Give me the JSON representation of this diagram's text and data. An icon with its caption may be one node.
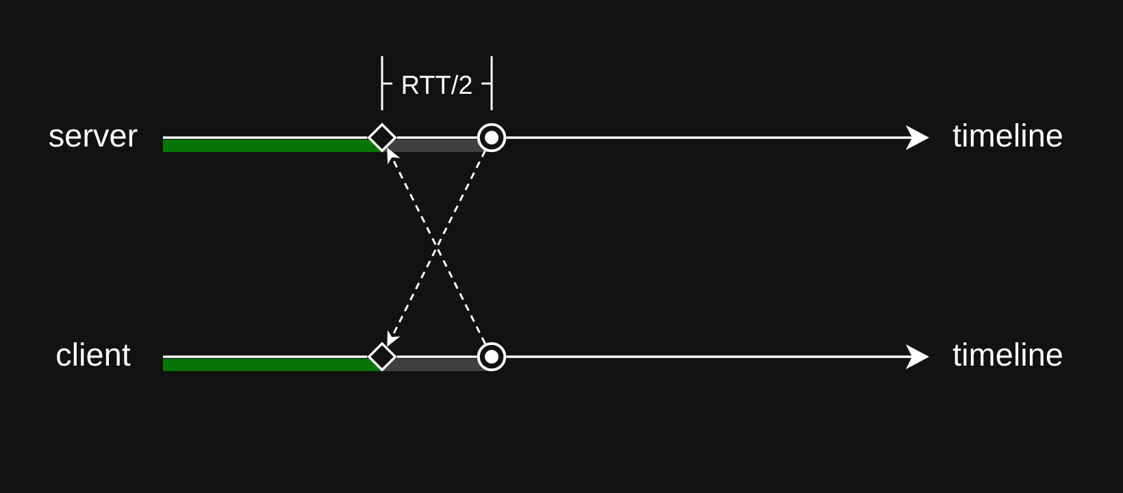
{
  "diagram": {
    "nodes": [
      {
        "text": [],
        "shape": "bar"
      },
      {
        "text": [],
        "shape": "diamond"
      },
      {
        "text": [],
        "shape": "bar"
      },
      {
        "text": [],
        "shape": "circle"
      },
      {
        "text": [
          "timeline"
        ]
      },
      {
        "text": [],
        "shape": "bar"
      },
      {
        "text": [],
        "shape": "diamond"
      },
      {
        "text": [],
        "shape": "bar"
      },
      {
        "text": [],
        "shape": "circle"
      },
      {
        "text": [
          "timeline"
        ]
      }
    ],
    "edges": [
      {
        "from": 0,
        "to": 1,
        "arrow": "none"
      },
      {
        "from": 1,
        "to": 3,
        "arrow": "none"
      },
      {
        "from": 3,
        "to": 4,
        "arrow": "to"
      },
      {
        "from": 5,
        "to": 6,
        "arrow": "none"
      },
      {
        "from": 6,
        "to": 8,
        "arrow": "none"
      },
      {
        "from": 8,
        "to": 9,
        "arrow": "to"
      },
      {
        "from": 3,
        "to": 6,
        "arrow": "to",
        "style": "dashed"
      },
      {
        "from": 8,
        "to": 1,
        "arrow": "to",
        "style": "dashed"
      }
    ],
    "labels": [
      "RTT/2",
      "server",
      "client"
    ]
  }
}
